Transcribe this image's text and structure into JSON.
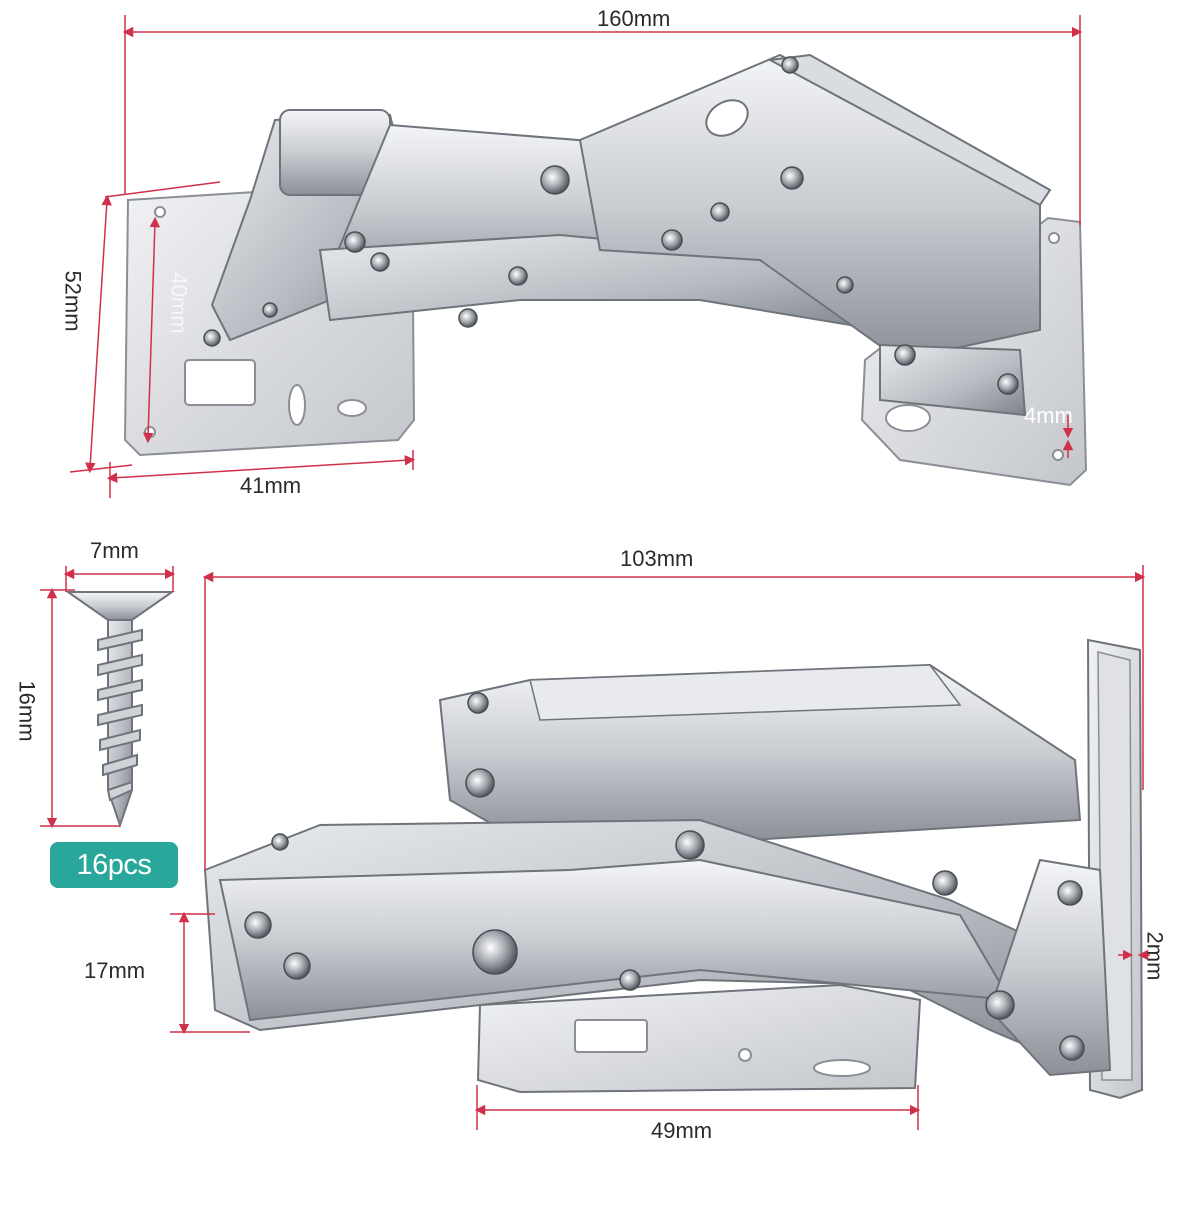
{
  "dimensions": {
    "top_length": "160mm",
    "top_height_outer": "52mm",
    "top_height_inner": "40mm",
    "top_plate_width": "41mm",
    "top_thickness": "4mm",
    "screw_head": "7mm",
    "screw_length": "16mm",
    "bottom_length": "103mm",
    "bottom_arm_height": "17mm",
    "bottom_plate_thickness": "2mm",
    "bottom_plate_width": "49mm"
  },
  "badge": {
    "text": "16pcs",
    "color": "#2aa79b"
  },
  "colors": {
    "dimension_line": "#d0304a",
    "steel_light": "#eef0f3",
    "steel_mid": "#b8bcc2",
    "steel_dark": "#6f747b"
  }
}
